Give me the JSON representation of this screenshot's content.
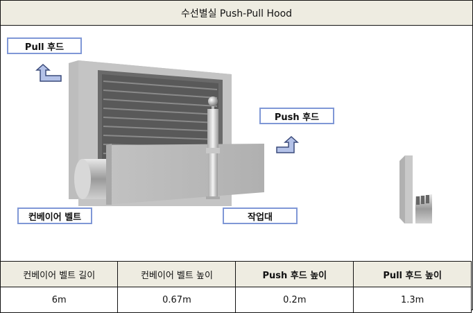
{
  "title": "수선별실 Push-Pull Hood",
  "diagram": {
    "labels": {
      "pull_hood": "Pull 후드",
      "push_hood": "Push 후드",
      "conveyor_belt": "컨베이어 벨트",
      "work_table": "작업대"
    },
    "colors": {
      "label_border": "#7f97d6",
      "arrow_fill": "#b4c2e8",
      "arrow_stroke": "#3a4a7a",
      "header_bg": "#eeece1"
    }
  },
  "table": {
    "headers": [
      "컨베이어 벨트 길이",
      "컨베이어 벨트 높이",
      "Push 후드 높이",
      "Pull 후드 높이"
    ],
    "values": [
      "6m",
      "0.67m",
      "0.2m",
      "1.3m"
    ]
  }
}
